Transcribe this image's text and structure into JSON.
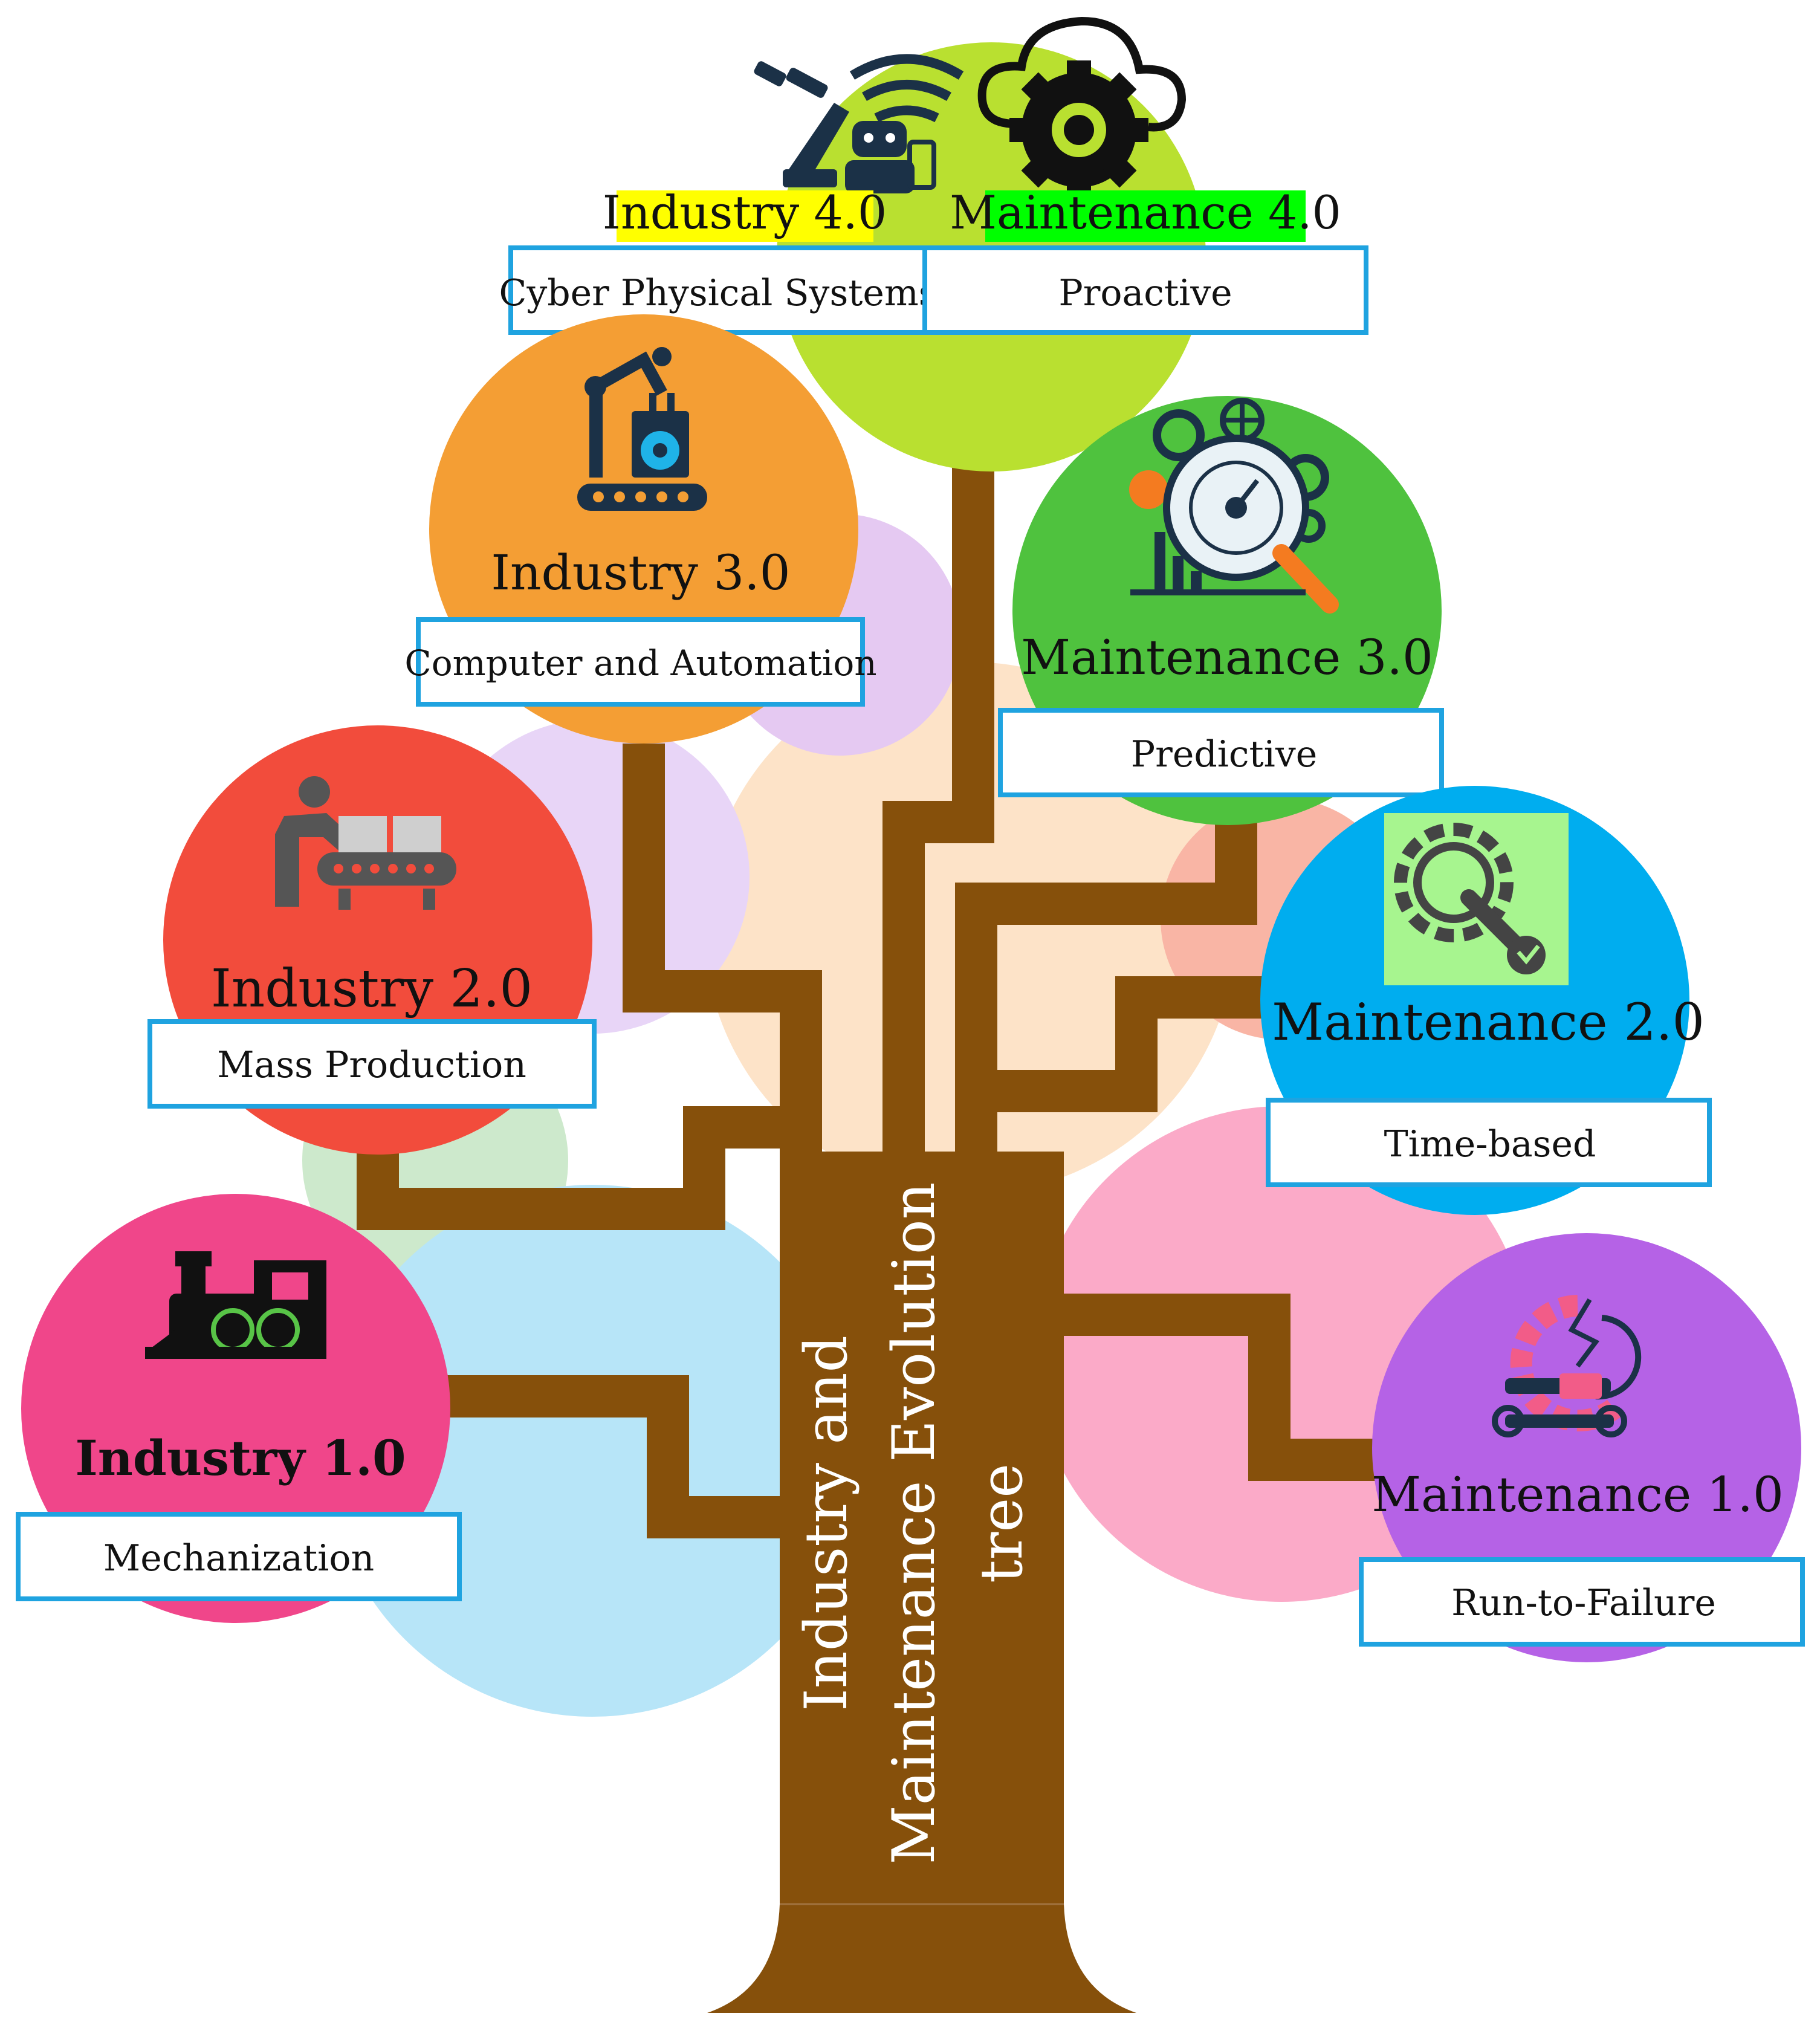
{
  "trunk": {
    "title_lines": [
      "Industry and",
      "Maintenance Evolution",
      "tree"
    ],
    "color": "#86500b"
  },
  "industry": {
    "i1": {
      "title": "Industry 1.0",
      "subtitle": "Mechanization",
      "icon": "steam-locomotive-icon",
      "color": "#f0468a"
    },
    "i2": {
      "title": "Industry 2.0",
      "subtitle": "Mass Production",
      "icon": "conveyor-worker-icon",
      "color": "#f24c3c"
    },
    "i3": {
      "title": "Industry 3.0",
      "subtitle": "Computer and Automation",
      "icon": "robot-arm-icon",
      "color": "#f49e34"
    },
    "i4": {
      "title": "Industry 4.0",
      "subtitle": "Cyber Physical Systems",
      "icon": "iot-robot-icon",
      "color": "#b9e030",
      "highlight": "#ffff00"
    }
  },
  "maintenance": {
    "m1": {
      "title": "Maintenance 1.0",
      "subtitle": "Run-to-Failure",
      "icon": "broken-gear-tools-icon",
      "color": "#b562e6"
    },
    "m2": {
      "title": "Maintenance 2.0",
      "subtitle": "Time-based",
      "icon": "wrench-gear-clock-icon",
      "color": "#00adef"
    },
    "m3": {
      "title": "Maintenance 3.0",
      "subtitle": "Predictive",
      "icon": "gauge-magnifier-icon",
      "color": "#4fc23e"
    },
    "m4": {
      "title": "Maintenance 4.0",
      "subtitle": "Proactive",
      "icon": "cloud-gear-icon",
      "highlight": "#00ff00"
    }
  },
  "colors": {
    "label_border": "#1fa3e0",
    "trunk": "#86500b"
  }
}
